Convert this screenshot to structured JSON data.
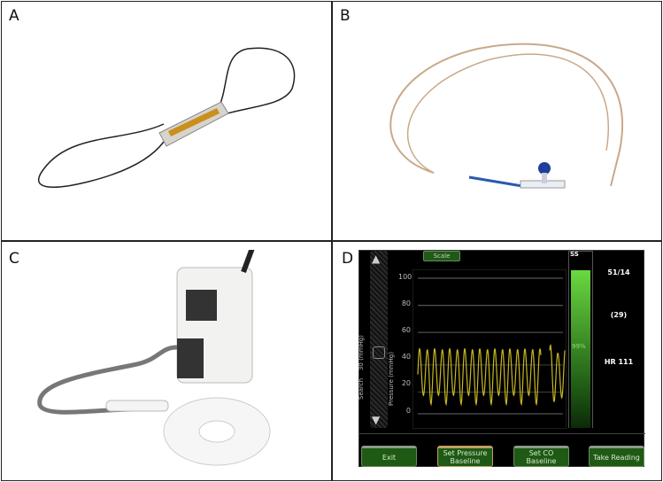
{
  "panels": {
    "a": "A",
    "b": "B",
    "c": "C",
    "d": "D"
  },
  "monitor": {
    "scale_label": "Scale",
    "search_label": "Search",
    "search_value": "30 (mmHg)",
    "y_axis_label": "Pressure (mmHg)",
    "y_ticks": [
      "100",
      "80",
      "60",
      "40",
      "20",
      "0"
    ],
    "ss_label": "SS",
    "signal_strength": "99%",
    "signal_strength_fraction": 0.99,
    "pressure": "51/14",
    "mean_pressure": "(29)",
    "heart_rate": "HR 111",
    "buttons": [
      "Exit",
      "Set Pressure Baseline",
      "Set CO Baseline",
      "Take Reading"
    ],
    "colors": {
      "waveform": "#c8b820",
      "button": "#1f5a15",
      "ss_bar": "#5ec83a"
    }
  }
}
